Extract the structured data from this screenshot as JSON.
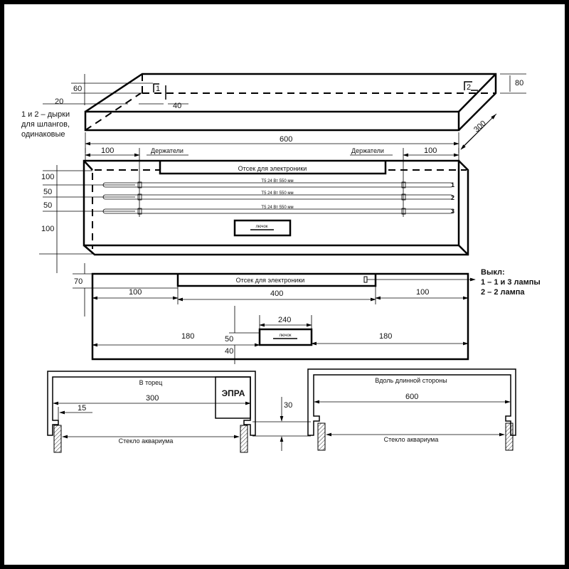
{
  "iso_view": {
    "note": [
      "1 и 2 – дырки",
      "для шлангов,",
      "одинаковые"
    ],
    "hole1": "1",
    "hole2": "2",
    "dim_60": "60",
    "dim_20": "20",
    "dim_40": "40",
    "dim_80": "80",
    "dim_300": "300",
    "dim_600": "600"
  },
  "top_view": {
    "dim_left": "100",
    "dim_right": "100",
    "holders_left": "Держатели",
    "holders_right": "Держатели",
    "compartment": "Отсек для электроники",
    "row_dims": [
      "100",
      "50",
      "50",
      "100"
    ],
    "lamps": [
      {
        "label": "T5 24 Вт 550 мм",
        "num": "1"
      },
      {
        "label": "T5 24 Вт 550 мм",
        "num": "2"
      },
      {
        "label": "T5 24 Вт 550 мм",
        "num": "3"
      }
    ],
    "hatch": "лючок"
  },
  "bottom_view": {
    "compartment": "Отсек для электроники",
    "dim_70": "70",
    "dim_left": "100",
    "dim_mid": "400",
    "dim_right": "100",
    "dim_240": "240",
    "dim_180_left": "180",
    "dim_180_right": "180",
    "dim_50": "50",
    "dim_40": "40",
    "hatch": "лючок",
    "switch_title": "Выкл:",
    "switch_1": "1 – 1 и 3 лампы",
    "switch_2": "2 – 2 лампа"
  },
  "profiles": {
    "left_title": "В торец",
    "ballast": "ЭПРА",
    "dim_300": "300",
    "dim_15": "15",
    "glass_left": "Стекло аквариума",
    "dim_30": "30",
    "right_title": "Вдоль длинной стороны",
    "dim_600": "600",
    "glass_right": "Стекло аквариума"
  }
}
